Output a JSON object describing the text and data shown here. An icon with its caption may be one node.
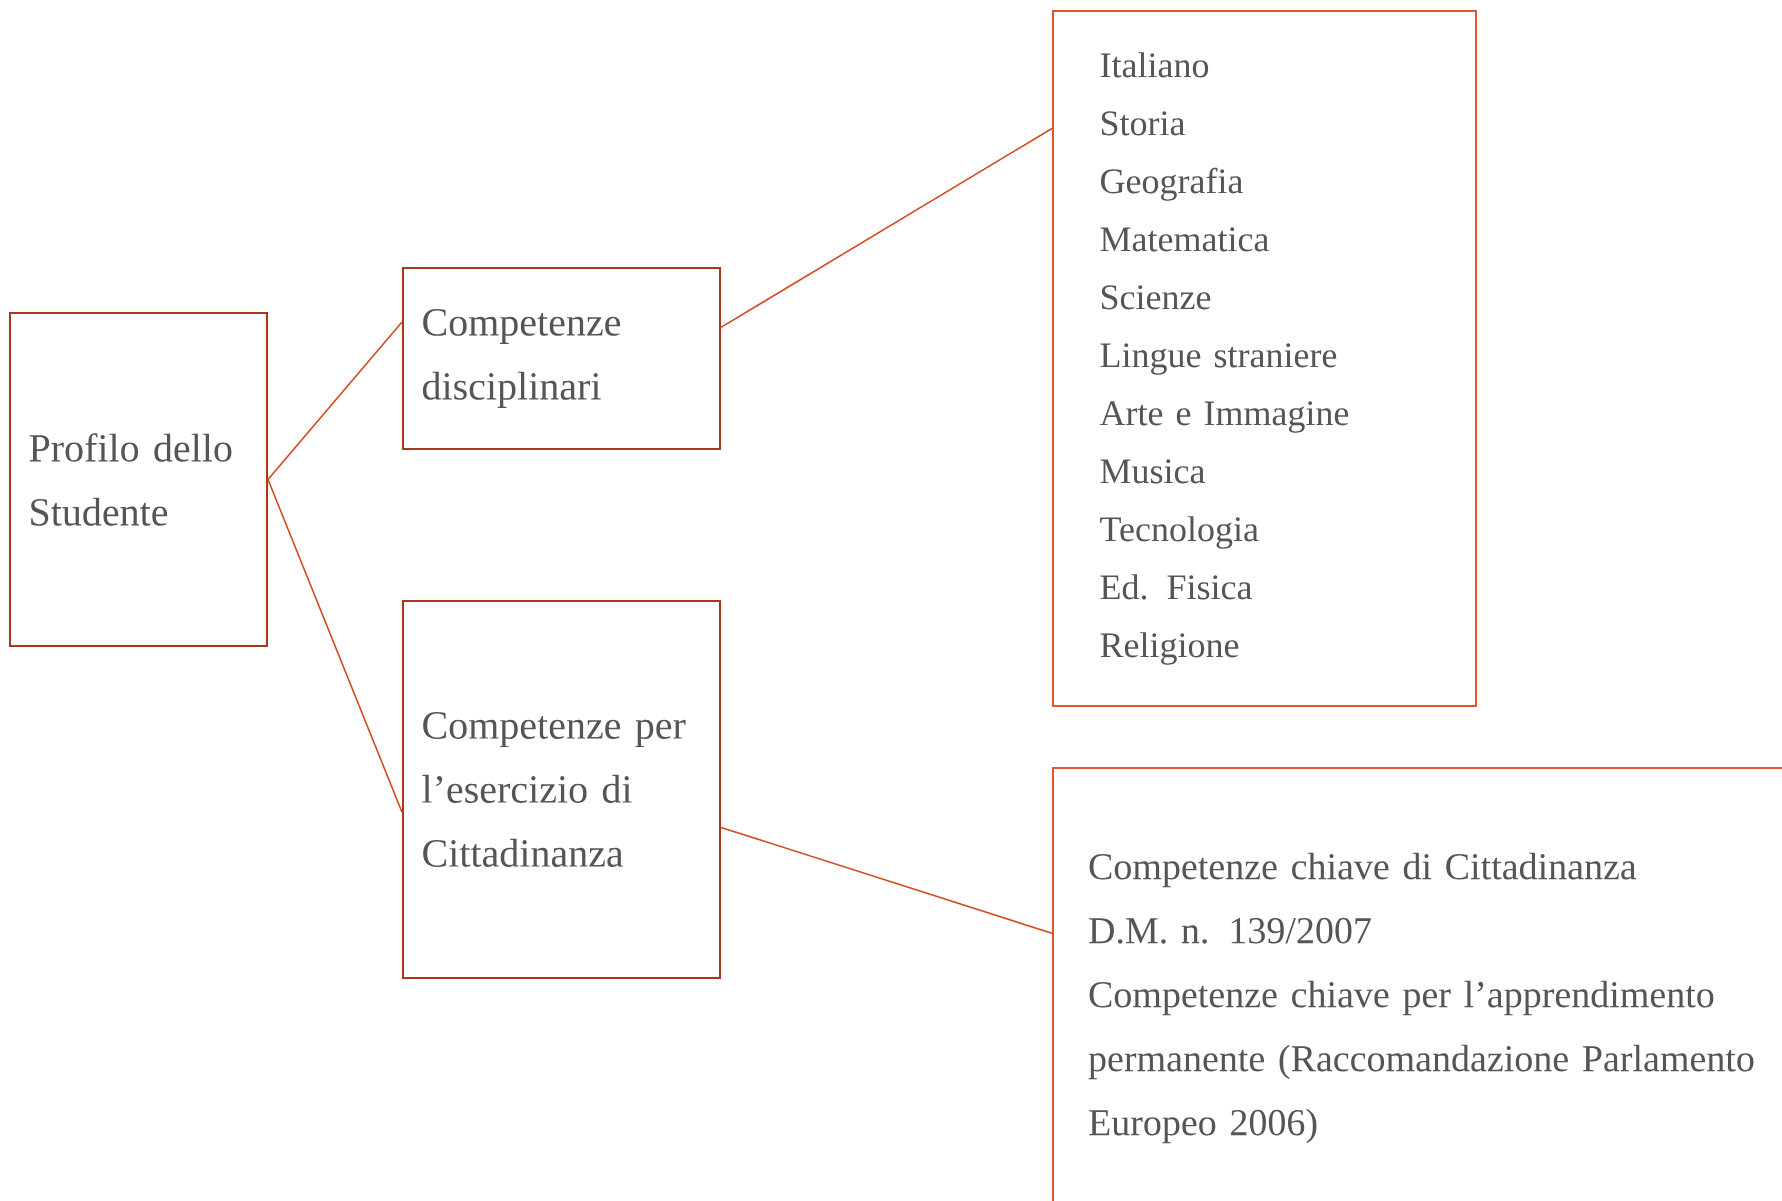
{
  "diagram": {
    "nodes": [
      {
        "text": [
          "Profilo dello Studente"
        ]
      },
      {
        "text": [
          "Competenze disciplinari"
        ]
      },
      {
        "text": [
          "Competenze per l’esercizio di Cittadinanza"
        ]
      },
      {
        "text": [
          "Italiano",
          "Storia",
          "Geografia",
          "Matematica",
          "Scienze",
          "Lingue straniere",
          "Arte e Immagine",
          "Musica",
          "Tecnologia",
          "Ed. Fisica",
          "Religione"
        ]
      },
      {
        "text": [
          "Competenze chiave di Cittadinanza",
          "D.M. n. 139/2007",
          "Competenze chiave per l’apprendimento permanente (Raccomandazione Parlamento Europeo 2006)"
        ]
      }
    ],
    "edges": [
      {
        "from": 0,
        "to": 1,
        "arrow": "none"
      },
      {
        "from": 0,
        "to": 2,
        "arrow": "none"
      },
      {
        "from": 1,
        "to": 3,
        "arrow": "none"
      },
      {
        "from": 2,
        "to": 4,
        "arrow": "none"
      }
    ]
  }
}
